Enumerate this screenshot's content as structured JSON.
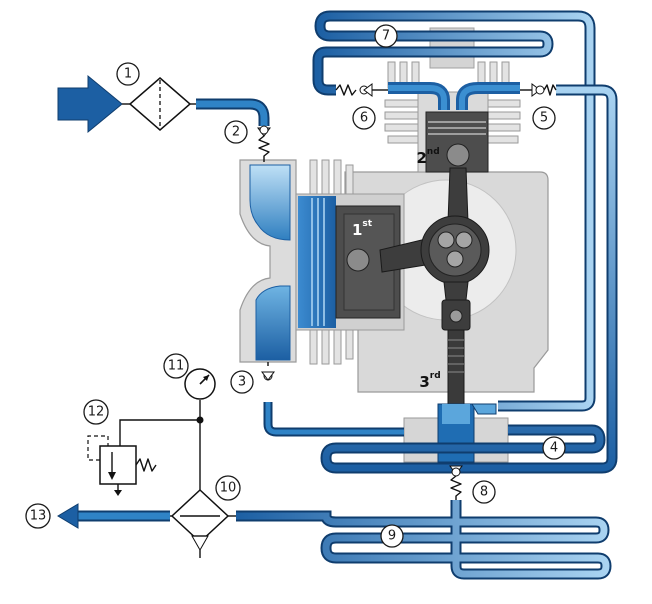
{
  "colors": {
    "pipe_dark": "#1c5fa3",
    "pipe_mid": "#2f83c6",
    "pipe_light": "#a9d3f1",
    "pipe_outline": "#0f3d6e",
    "body_gray": "#d7d7d7",
    "body_outline": "#8a8a8a",
    "piston_dark": "#4f4f4f",
    "rod_dark": "#3d3d3d",
    "text_dark": "#111111",
    "text_light": "#ffffff"
  },
  "callouts": [
    {
      "id": "1",
      "label": "1"
    },
    {
      "id": "2",
      "label": "2"
    },
    {
      "id": "3",
      "label": "3"
    },
    {
      "id": "4",
      "label": "4"
    },
    {
      "id": "5",
      "label": "5"
    },
    {
      "id": "6",
      "label": "6"
    },
    {
      "id": "7",
      "label": "7"
    },
    {
      "id": "8",
      "label": "8"
    },
    {
      "id": "9",
      "label": "9"
    },
    {
      "id": "10",
      "label": "10"
    },
    {
      "id": "11",
      "label": "11"
    },
    {
      "id": "12",
      "label": "12"
    },
    {
      "id": "13",
      "label": "13"
    }
  ],
  "stages": {
    "first": {
      "num": "1",
      "sup": "st"
    },
    "second": {
      "num": "2",
      "sup": "nd"
    },
    "third": {
      "num": "3",
      "sup": "rd"
    }
  },
  "icons": [
    "inlet-arrow-icon",
    "intake-filter-icon",
    "check-valve-icon",
    "spring-icon",
    "pressure-gauge-icon",
    "pressure-relief-valve-icon",
    "output-filter-icon",
    "outlet-arrow-icon",
    "cooling-coil-icon"
  ]
}
